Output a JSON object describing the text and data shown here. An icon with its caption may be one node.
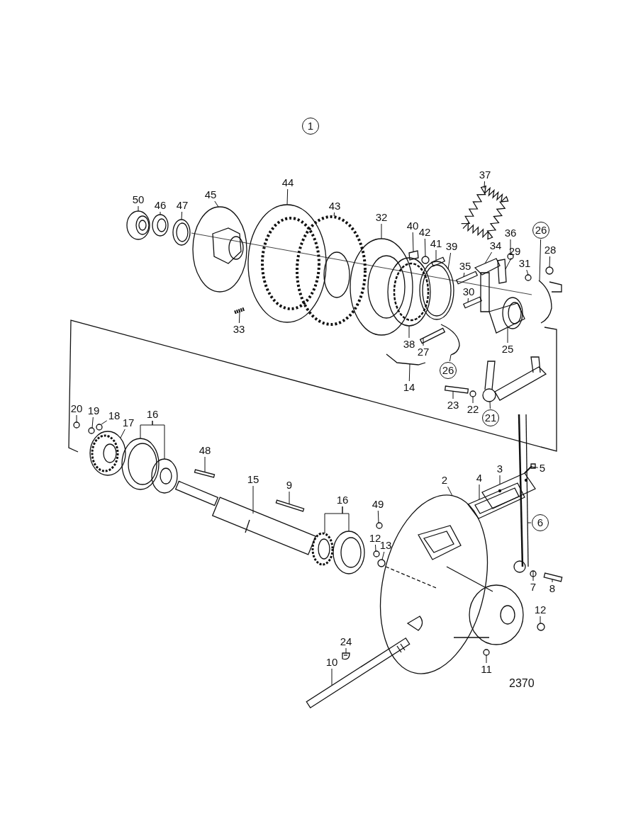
{
  "diagram": {
    "nodes": [
      {
        "text": [
          "1"
        ]
      },
      {
        "text": [
          "50"
        ]
      },
      {
        "text": [
          "46"
        ]
      },
      {
        "text": [
          "47"
        ]
      },
      {
        "text": [
          "45"
        ]
      },
      {
        "text": [
          "44"
        ]
      },
      {
        "text": [
          "43"
        ]
      },
      {
        "text": [
          "32"
        ]
      },
      {
        "text": [
          "40"
        ]
      },
      {
        "text": [
          "42"
        ]
      },
      {
        "text": [
          "41"
        ]
      },
      {
        "text": [
          "39"
        ]
      },
      {
        "text": [
          "37"
        ]
      },
      {
        "text": [
          "36"
        ]
      },
      {
        "text": [
          "34"
        ]
      },
      {
        "text": [
          "29"
        ]
      },
      {
        "text": [
          "35"
        ]
      },
      {
        "text": [
          "31"
        ]
      },
      {
        "text": [
          "26"
        ]
      },
      {
        "text": [
          "28"
        ]
      },
      {
        "text": [
          "30"
        ]
      },
      {
        "text": [
          "33"
        ]
      },
      {
        "text": [
          "38"
        ]
      },
      {
        "text": [
          "27"
        ]
      },
      {
        "text": [
          "25"
        ]
      },
      {
        "text": [
          "14"
        ]
      },
      {
        "text": [
          "26"
        ]
      },
      {
        "text": [
          "23"
        ]
      },
      {
        "text": [
          "22"
        ]
      },
      {
        "text": [
          "21"
        ]
      },
      {
        "text": [
          "20"
        ]
      },
      {
        "text": [
          "19"
        ]
      },
      {
        "text": [
          "18"
        ]
      },
      {
        "text": [
          "17"
        ]
      },
      {
        "text": [
          "16"
        ]
      },
      {
        "text": [
          "48"
        ]
      },
      {
        "text": [
          "15"
        ]
      },
      {
        "text": [
          "9"
        ]
      },
      {
        "text": [
          "16"
        ]
      },
      {
        "text": [
          "49"
        ]
      },
      {
        "text": [
          "12"
        ]
      },
      {
        "text": [
          "13"
        ]
      },
      {
        "text": [
          "2"
        ]
      },
      {
        "text": [
          "4"
        ]
      },
      {
        "text": [
          "3"
        ]
      },
      {
        "text": [
          "5"
        ]
      },
      {
        "text": [
          "6"
        ]
      },
      {
        "text": [
          "7"
        ]
      },
      {
        "text": [
          "8"
        ]
      },
      {
        "text": [
          "12"
        ]
      },
      {
        "text": [
          "24"
        ]
      },
      {
        "text": [
          "10"
        ]
      },
      {
        "text": [
          "11"
        ]
      },
      {
        "text": [],
        "shape": "picture"
      },
      {
        "text": [],
        "shape": "picture"
      },
      {
        "text": [],
        "shape": "picture"
      },
      {
        "text": [],
        "shape": "picture"
      },
      {
        "text": [],
        "shape": "picture"
      },
      {
        "text": [],
        "shape": "picture"
      },
      {
        "text": [],
        "shape": "picture"
      },
      {
        "text": [],
        "shape": "box"
      },
      {
        "text": [],
        "shape": "circle"
      },
      {
        "text": [],
        "shape": "box"
      },
      {
        "text": [],
        "shape": "picture"
      },
      {
        "text": [],
        "shape": "picture"
      },
      {
        "text": [],
        "shape": "circle"
      },
      {
        "text": [],
        "shape": "box"
      },
      {
        "text": [],
        "shape": "box"
      },
      {
        "text": [],
        "shape": "box"
      },
      {
        "text": [],
        "shape": "circle"
      },
      {
        "text": [],
        "shape": "picture"
      },
      {
        "text": [],
        "shape": "circle"
      },
      {
        "text": [],
        "shape": "box"
      },
      {
        "text": [],
        "shape": "picture"
      },
      {
        "text": [],
        "shape": "picture"
      },
      {
        "text": [],
        "shape": "box"
      },
      {
        "text": [],
        "shape": "picture"
      },
      {
        "text": [],
        "shape": "picture"
      },
      {
        "text": [],
        "shape": "picture"
      },
      {
        "text": [],
        "shape": "box"
      },
      {
        "text": [],
        "shape": "circle"
      },
      {
        "text": [],
        "shape": "picture"
      },
      {
        "text": [],
        "shape": "circle"
      },
      {
        "text": [],
        "shape": "circle"
      },
      {
        "text": [],
        "shape": "circle"
      },
      {
        "text": [],
        "shape": "picture"
      },
      {
        "text": [],
        "shape": "picture"
      },
      {
        "text": [],
        "shape": "picture"
      },
      {
        "text": [],
        "shape": "box"
      },
      {
        "text": [],
        "shape": "picture"
      },
      {
        "text": [],
        "shape": "box"
      },
      {
        "text": [],
        "shape": "picture"
      },
      {
        "text": [],
        "shape": "picture"
      },
      {
        "text": [],
        "shape": "circle"
      },
      {
        "text": [],
        "shape": "circle"
      },
      {
        "text": [],
        "shape": "circle"
      },
      {
        "text": [],
        "shape": "picture"
      },
      {
        "text": [],
        "shape": "picture"
      },
      {
        "text": [],
        "shape": "picture"
      },
      {
        "text": [],
        "shape": "picture"
      },
      {
        "text": [],
        "shape": "picture"
      },
      {
        "text": [],
        "shape": "circle"
      },
      {
        "text": [],
        "shape": "box"
      },
      {
        "text": [],
        "shape": "circle"
      },
      {
        "text": [],
        "shape": "picture"
      },
      {
        "text": [],
        "shape": "picture"
      },
      {
        "text": [],
        "shape": "circle"
      }
    ],
    "edges": [
      {
        "from": 1,
        "to": 53,
        "arrow": "none"
      },
      {
        "from": 2,
        "to": 54,
        "arrow": "none"
      },
      {
        "from": 3,
        "to": 55,
        "arrow": "none"
      },
      {
        "from": 4,
        "to": 56,
        "arrow": "none"
      },
      {
        "from": 5,
        "to": 57,
        "arrow": "none"
      },
      {
        "from": 6,
        "to": 58,
        "arrow": "none"
      },
      {
        "from": 7,
        "to": 59,
        "arrow": "none"
      },
      {
        "from": 8,
        "to": 60,
        "arrow": "none"
      },
      {
        "from": 9,
        "to": 61,
        "arrow": "none"
      },
      {
        "from": 10,
        "to": 62,
        "arrow": "none"
      },
      {
        "from": 11,
        "to": 63,
        "arrow": "none"
      },
      {
        "from": 12,
        "to": 64,
        "arrow": "none"
      },
      {
        "from": 13,
        "to": 65,
        "arrow": "none"
      },
      {
        "from": 14,
        "to": 66,
        "arrow": "none"
      },
      {
        "from": 15,
        "to": 67,
        "arrow": "none"
      },
      {
        "from": 16,
        "to": 68,
        "arrow": "none"
      },
      {
        "from": 17,
        "to": 69,
        "arrow": "none"
      },
      {
        "from": 18,
        "to": 70,
        "arrow": "none"
      },
      {
        "from": 19,
        "to": 71,
        "arrow": "none"
      },
      {
        "from": 20,
        "to": 72,
        "arrow": "none"
      },
      {
        "from": 21,
        "to": 73,
        "arrow": "none"
      },
      {
        "from": 22,
        "to": 74,
        "arrow": "none"
      },
      {
        "from": 23,
        "to": 75,
        "arrow": "none"
      },
      {
        "from": 24,
        "to": 76,
        "arrow": "none"
      },
      {
        "from": 25,
        "to": 77,
        "arrow": "none"
      },
      {
        "from": 26,
        "to": 78,
        "arrow": "none"
      },
      {
        "from": 27,
        "to": 79,
        "arrow": "none"
      },
      {
        "from": 28,
        "to": 80,
        "arrow": "none"
      },
      {
        "from": 29,
        "to": 81,
        "arrow": "none"
      },
      {
        "from": 30,
        "to": 82,
        "arrow": "none"
      },
      {
        "from": 31,
        "to": 83,
        "arrow": "none"
      },
      {
        "from": 32,
        "to": 84,
        "arrow": "none"
      },
      {
        "from": 33,
        "to": 85,
        "arrow": "none"
      },
      {
        "from": 34,
        "to": 86,
        "arrow": "none"
      },
      {
        "from": 34,
        "to": 87,
        "arrow": "none"
      },
      {
        "from": 35,
        "to": 88,
        "arrow": "none"
      },
      {
        "from": 36,
        "to": 89,
        "arrow": "none"
      },
      {
        "from": 37,
        "to": 90,
        "arrow": "none"
      },
      {
        "from": 38,
        "to": 91,
        "arrow": "none"
      },
      {
        "from": 38,
        "to": 92,
        "arrow": "none"
      },
      {
        "from": 39,
        "to": 93,
        "arrow": "none"
      },
      {
        "from": 40,
        "to": 94,
        "arrow": "none"
      },
      {
        "from": 41,
        "to": 95,
        "arrow": "none"
      },
      {
        "from": 42,
        "to": 96,
        "arrow": "none"
      },
      {
        "from": 43,
        "to": 97,
        "arrow": "none"
      },
      {
        "from": 44,
        "to": 98,
        "arrow": "none"
      },
      {
        "from": 45,
        "to": 99,
        "arrow": "none"
      },
      {
        "from": 46,
        "to": 100,
        "arrow": "none"
      },
      {
        "from": 47,
        "to": 101,
        "arrow": "none"
      },
      {
        "from": 48,
        "to": 102,
        "arrow": "none"
      },
      {
        "from": 49,
        "to": 103,
        "arrow": "none"
      },
      {
        "from": 50,
        "to": 104,
        "arrow": "none"
      },
      {
        "from": 51,
        "to": 105,
        "arrow": "none"
      },
      {
        "from": 52,
        "to": 106,
        "arrow": "none"
      }
    ],
    "labels": [
      "2370"
    ]
  }
}
